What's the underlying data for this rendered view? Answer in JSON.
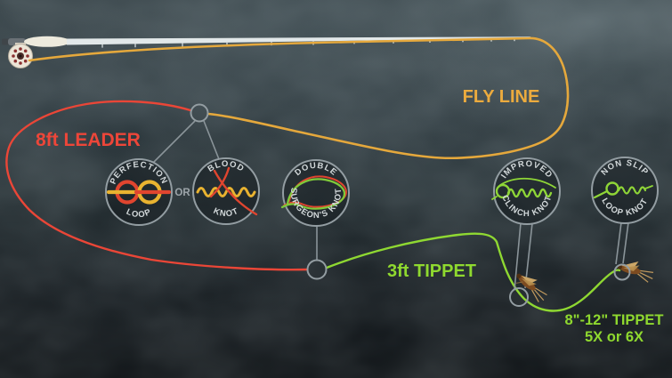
{
  "labels": {
    "fly_line": "FLY LINE",
    "leader": "8ft LEADER",
    "tippet": "3ft TIPPET",
    "tippet_size_1": "8\"-12\" TIPPET",
    "tippet_size_2": "5X or 6X",
    "or": "OR"
  },
  "knots": [
    {
      "name": "perfection-loop",
      "label_top": "PERFECTION",
      "label_bottom": "LOOP"
    },
    {
      "name": "blood-knot",
      "label_top": "BLOOD",
      "label_bottom": "KNOT"
    },
    {
      "name": "double-surgeons-knot",
      "label_top": "DOUBLE",
      "label_bottom": "SURGEON'S KNOT"
    },
    {
      "name": "improved-clinch-knot",
      "label_top": "IMPROVED",
      "label_bottom": "CLINCH KNOT"
    },
    {
      "name": "non-slip-loop-knot",
      "label_top": "NON SLIP",
      "label_bottom": "LOOP KNOT"
    }
  ],
  "colors": {
    "fly_line": "#e5a83c",
    "leader": "#ea4637",
    "tippet": "#8fd832",
    "ring": "#939da2",
    "ring_text": "#d3d9db",
    "or_text": "#9da5aa",
    "background_top": "#354146",
    "background_bottom": "#0d1114"
  }
}
